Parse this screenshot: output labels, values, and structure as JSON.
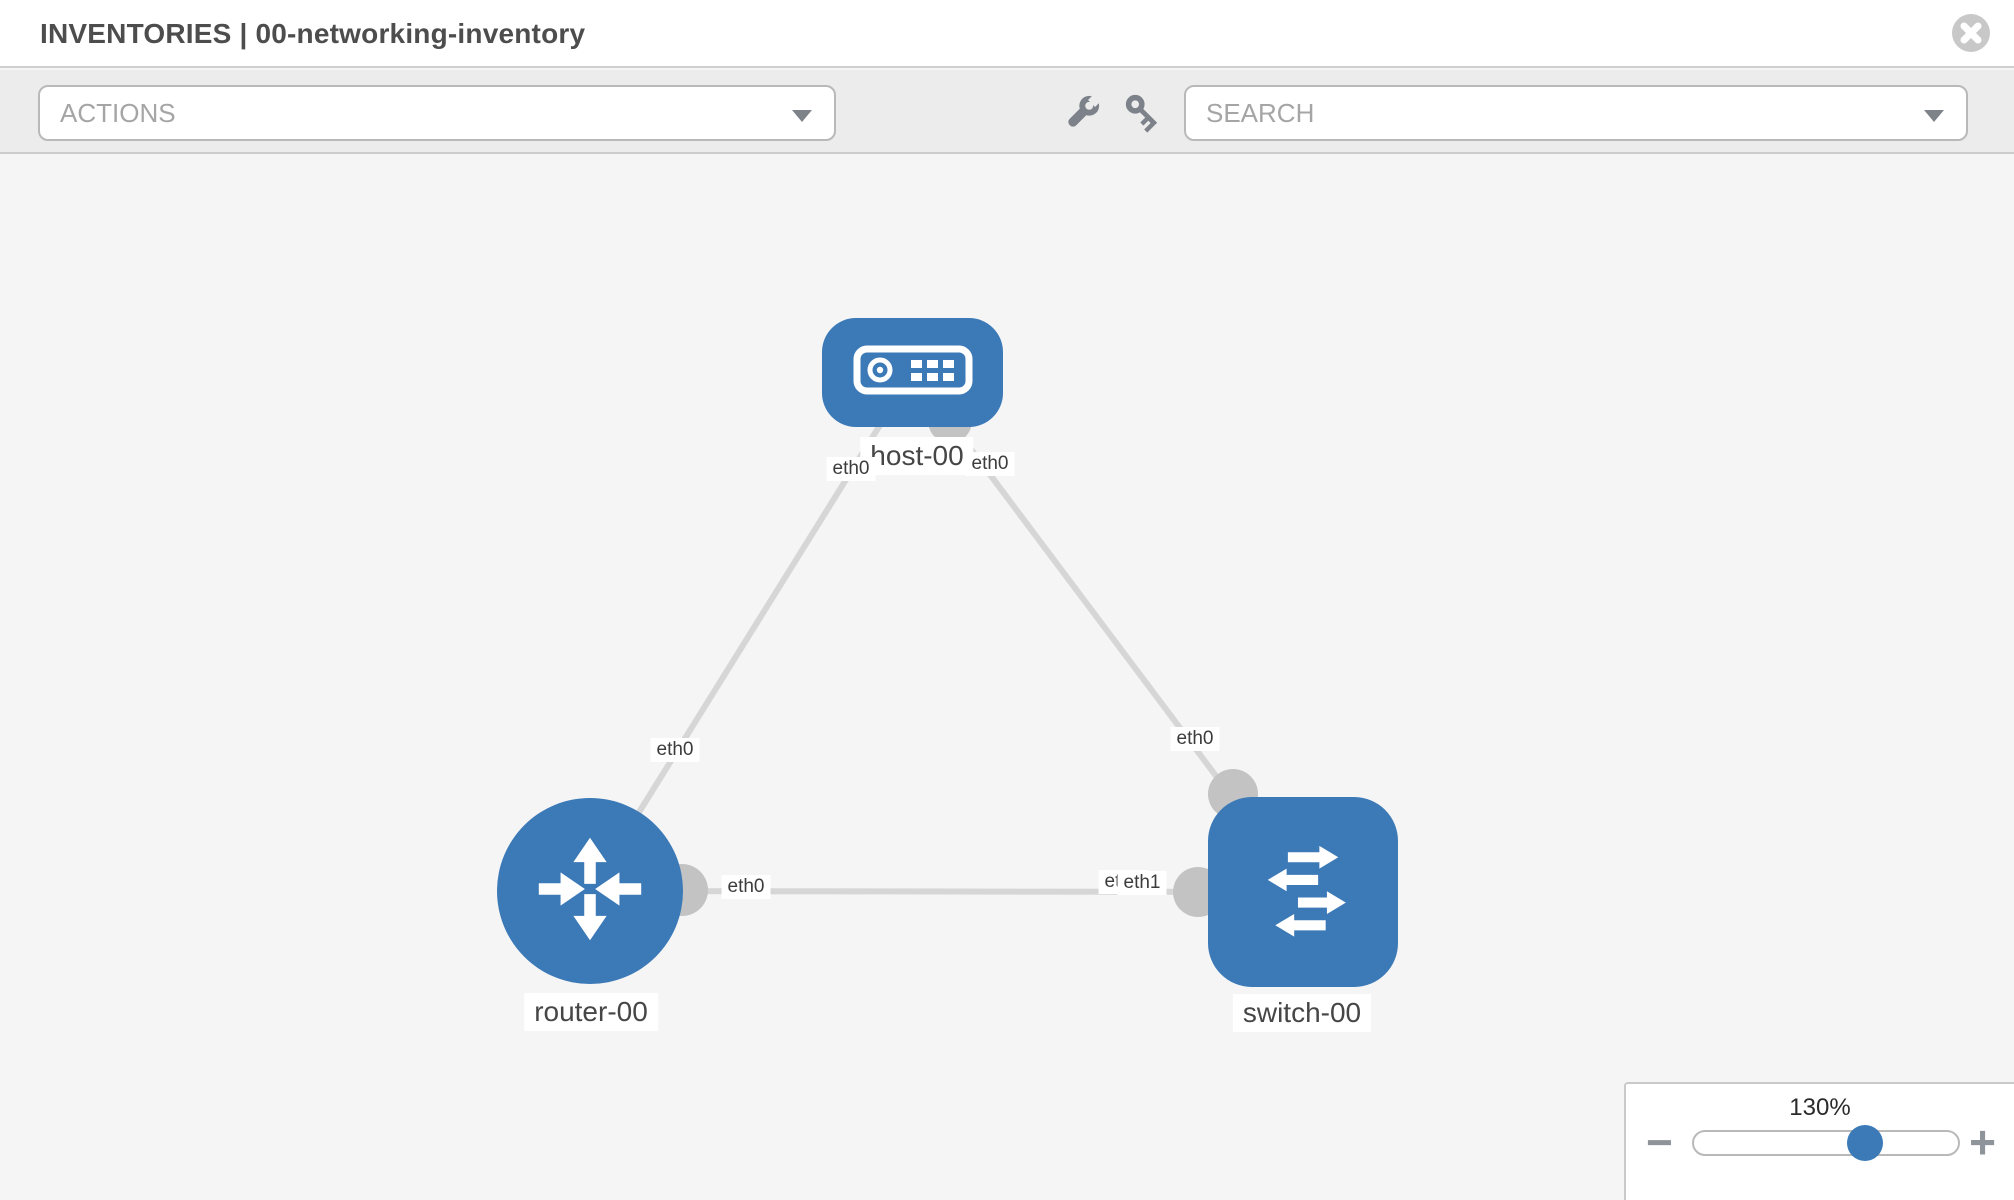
{
  "header": {
    "title": "INVENTORIES | 00-networking-inventory",
    "close_icon": "times-circle-icon"
  },
  "toolbar": {
    "actions_placeholder": "ACTIONS",
    "search_placeholder": "SEARCH",
    "icons": [
      "wrench-icon",
      "key-icon"
    ]
  },
  "topology": {
    "nodes": [
      {
        "name": "host-00",
        "type": "host",
        "icon": "host-icon"
      },
      {
        "name": "router-00",
        "type": "router",
        "icon": "router-icon"
      },
      {
        "name": "switch-00",
        "type": "switch",
        "icon": "switch-icon"
      }
    ],
    "links": [
      {
        "source": "host-00",
        "source_interface": "eth0",
        "target": "router-00",
        "target_interface": "eth0"
      },
      {
        "source": "host-00",
        "source_interface": "eth0",
        "target": "switch-00",
        "target_interface": "eth0"
      },
      {
        "source": "router-00",
        "source_interface": "eth0",
        "target": "switch-00",
        "target_interface": "eth1",
        "occluded_label": "eth0"
      }
    ]
  },
  "zoom_control": {
    "level": "130%",
    "minus": "−",
    "plus": "+"
  },
  "colors": {
    "node_blue": "#3b79b7",
    "link_gray": "#d6d6d6",
    "connector_gray": "#c3c3c3",
    "toolbar_bg": "#ececec",
    "canvas_bg": "#f5f5f6"
  }
}
